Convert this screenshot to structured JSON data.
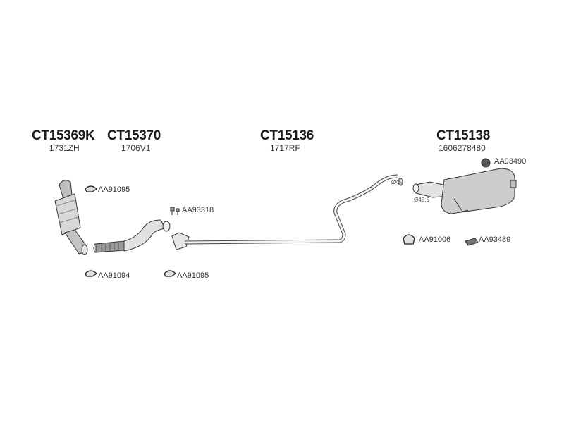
{
  "parts": [
    {
      "code": "CT15369K",
      "ref": "1731ZH"
    },
    {
      "code": "CT15370",
      "ref": "1706V1"
    },
    {
      "code": "CT15136",
      "ref": "1717RF"
    },
    {
      "code": "CT15138",
      "ref": "1606278480"
    }
  ],
  "accessories": [
    {
      "code": "AA91095"
    },
    {
      "code": "AA93318"
    },
    {
      "code": "AA91094"
    },
    {
      "code": "AA91095"
    },
    {
      "code": "AA91006"
    },
    {
      "code": "AA93489"
    },
    {
      "code": "AA93490"
    }
  ],
  "dimensions": {
    "inlet": "Ø45",
    "outlet": "Ø45,5"
  }
}
